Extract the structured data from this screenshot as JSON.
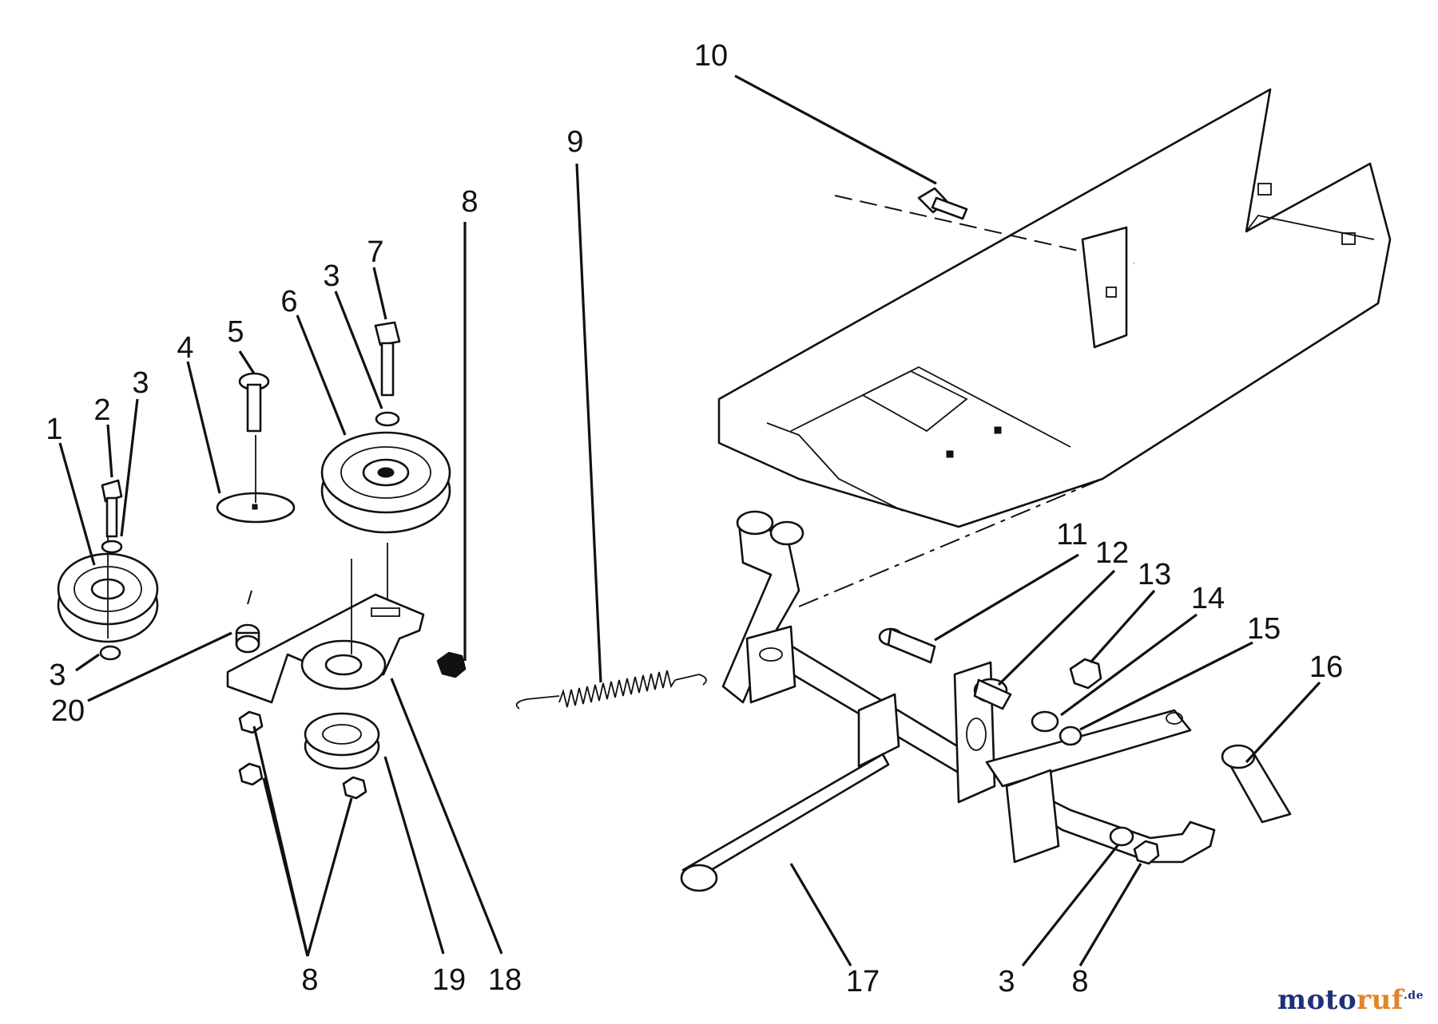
{
  "callouts": {
    "c1": "1",
    "c2": "2",
    "c3a": "3",
    "c3b": "3",
    "c3c": "3",
    "c3d": "3",
    "c4": "4",
    "c5": "5",
    "c6": "6",
    "c7": "7",
    "c8a": "8",
    "c8b": "8",
    "c8c": "8",
    "c9": "9",
    "c10": "10",
    "c11": "11",
    "c12": "12",
    "c13": "13",
    "c14": "14",
    "c15": "15",
    "c16": "16",
    "c17": "17",
    "c18": "18",
    "c19": "19",
    "c20": "20"
  },
  "watermark": {
    "part1": "moto",
    "part2": "ruf",
    "suffix": ".de"
  }
}
